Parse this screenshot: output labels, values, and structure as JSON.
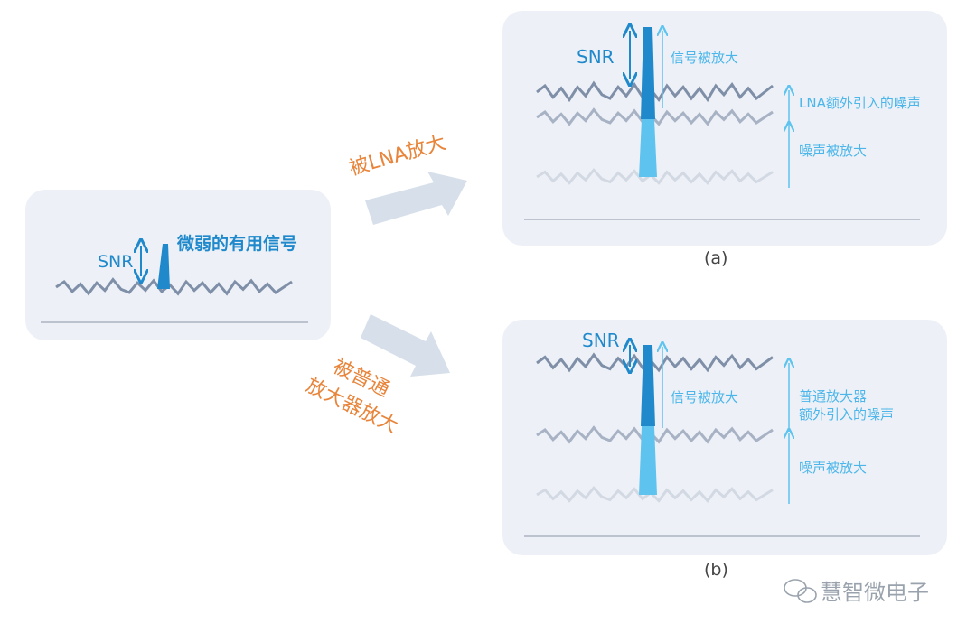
{
  "left": {
    "snr": "SNR",
    "signal_label": "微弱的有用信号"
  },
  "arrow_a_label": "被LNA放大",
  "arrow_b_label": [
    "被普通",
    "放大器放大"
  ],
  "panel_a": {
    "snr": "SNR",
    "signal_amplified": "信号被放大",
    "lna_noise": "LNA额外引入的噪声",
    "noise_amplified": "噪声被放大",
    "caption": "(a)"
  },
  "panel_b": {
    "snr": "SNR",
    "signal_amplified": "信号被放大",
    "amp_noise_1": "普通放大器",
    "amp_noise_2": "额外引入的噪声",
    "noise_amplified": "噪声被放大",
    "caption": "(b)"
  },
  "watermark": "慧智微电子",
  "colors": {
    "panel": "#edf1f7",
    "noise_dark": "#7f8fa8",
    "noise_mid": "#a7b2c4",
    "noise_light": "#d3d9e3",
    "signal": "#1f89cc",
    "signal_light": "#5fc3ef",
    "accent": "#e8853b",
    "big_arrow": "#d6dfea"
  }
}
